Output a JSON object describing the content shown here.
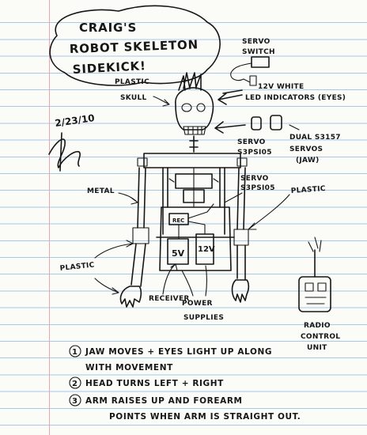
{
  "title": {
    "line1": "CRAIG'S",
    "line2": "ROBOT SKELETON",
    "line3": "SIDEKICK!"
  },
  "date": "2/23/10",
  "labels": {
    "plastic_skull_1": "PLASTIC",
    "plastic_skull_2": "SKULL",
    "servo_switch_1": "SERVO",
    "servo_switch_2": "SWITCH",
    "led_1": "12V WHITE",
    "led_2": "LED INDICATORS (EYES)",
    "dual_servo_1": "DUAL S3157",
    "dual_servo_2": "SERVOS",
    "dual_servo_3": "(JAW)",
    "servo_upper_1": "SERVO",
    "servo_upper_2": "S3PSI05",
    "servo_lower_1": "SERVO",
    "servo_lower_2": "S3PSI05",
    "metal": "METAL",
    "plastic_right": "PLASTIC",
    "plastic_left": "PLASTIC",
    "rec": "REC",
    "supply_5v": "5V",
    "supply_12v": "12V",
    "receiver": "RECEIVER",
    "power_1": "POWER",
    "power_2": "SUPPLIES",
    "radio_1": "RADIO",
    "radio_2": "CONTROL",
    "radio_3": "UNIT"
  },
  "notes": [
    {
      "num": "1",
      "line1": "JAW MOVES + EYES LIGHT UP ALONG",
      "line2": "WITH MOVEMENT"
    },
    {
      "num": "2",
      "line1": "HEAD TURNS LEFT + RIGHT",
      "line2": ""
    },
    {
      "num": "3",
      "line1": "ARM RAISES UP AND FOREARM",
      "line2": "POINTS WHEN ARM IS STRAIGHT OUT."
    }
  ],
  "colors": {
    "ink": "#161616",
    "paper": "#fbfbf8",
    "rule_line": "#a9c7e6",
    "margin_line": "#e5a6b0"
  }
}
